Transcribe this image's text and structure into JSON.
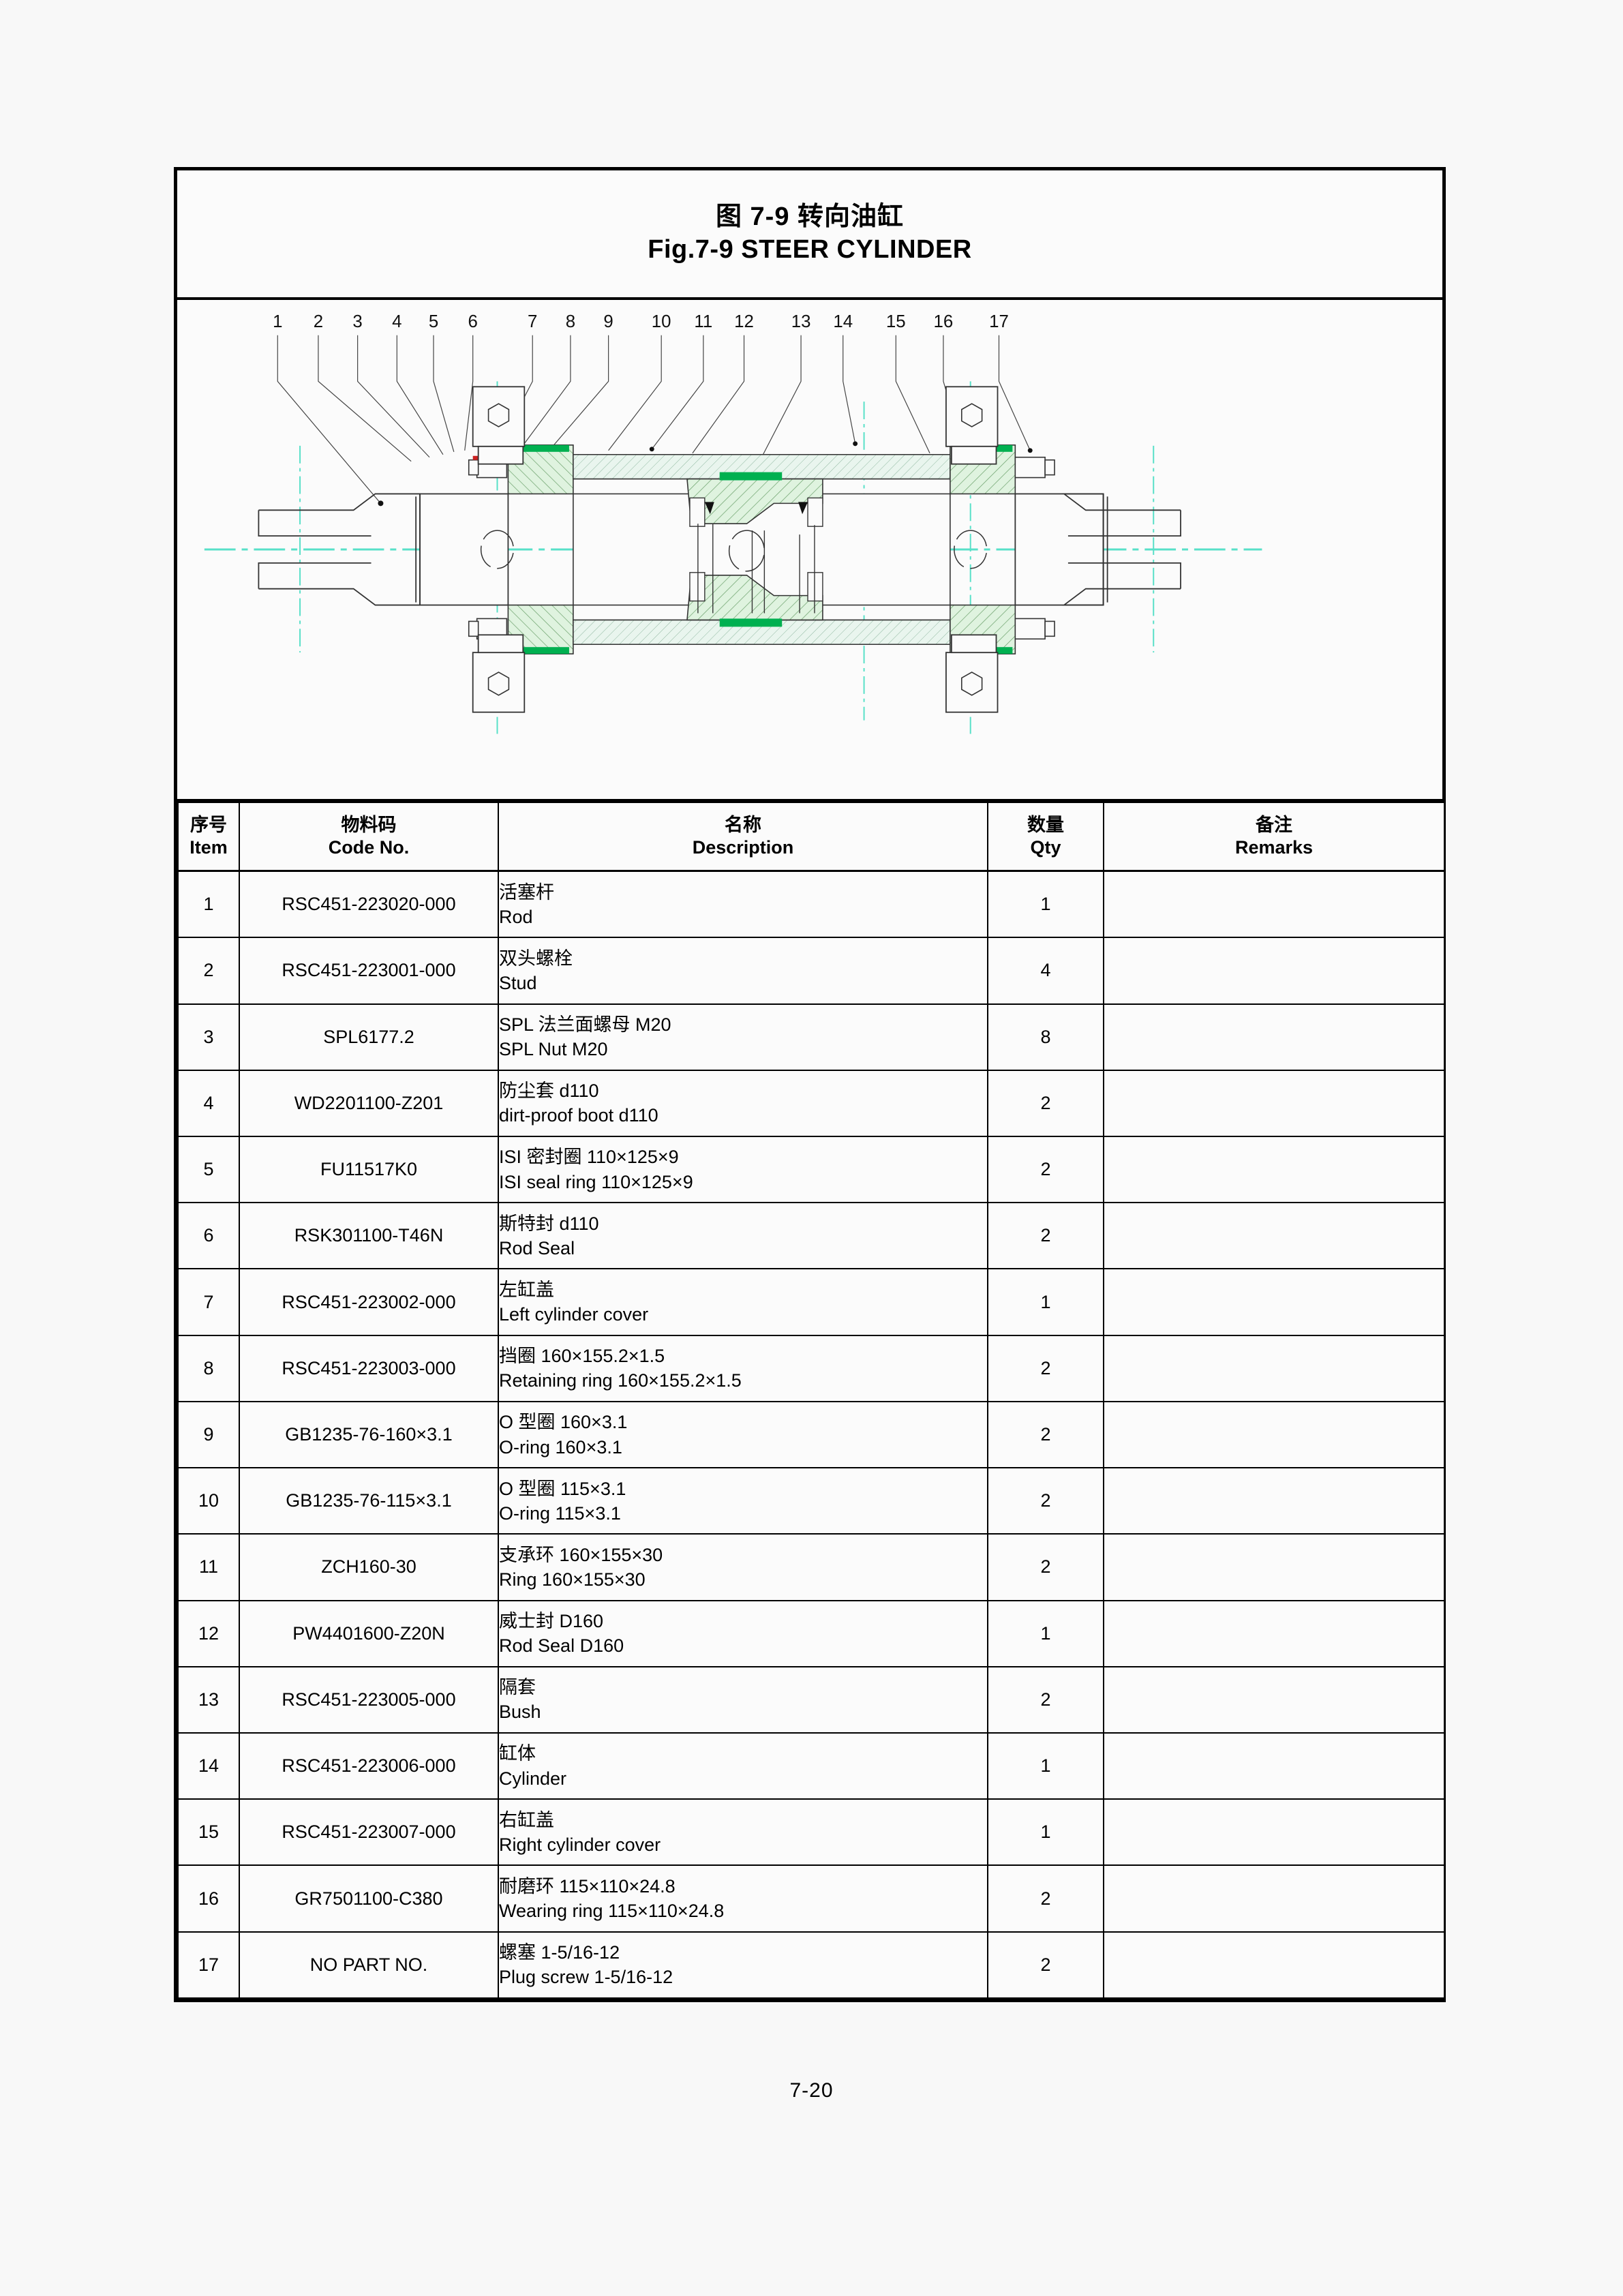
{
  "figure": {
    "title_cn": "图 7-9 转向油缸",
    "title_en": "Fig.7-9 STEER CYLINDER",
    "callout_numbers": [
      "1",
      "2",
      "3",
      "4",
      "5",
      "6",
      "7",
      "8",
      "9",
      "10",
      "11",
      "12",
      "13",
      "14",
      "15",
      "16",
      "17"
    ],
    "drawing_colors": {
      "outline": "#333333",
      "centerline": "#58e0c8",
      "section_fill": "#d9f2d9",
      "hatch": "#6aa06a",
      "highlight": "#00b050",
      "leader": "#444444"
    },
    "drawing_description": "Sectional assembly drawing of a double-ended steer cylinder with rod, cylinder body, two cylinder covers, seals and mounting brackets"
  },
  "table": {
    "headers": [
      {
        "cn": "序号",
        "en": "Item"
      },
      {
        "cn": "物料码",
        "en": "Code No."
      },
      {
        "cn": "名称",
        "en": "Description"
      },
      {
        "cn": "数量",
        "en": "Qty"
      },
      {
        "cn": "备注",
        "en": "Remarks"
      }
    ],
    "rows": [
      {
        "item": "1",
        "code": "RSC451-223020-000",
        "desc_cn": "活塞杆",
        "desc_en": "Rod",
        "qty": "1",
        "remarks": ""
      },
      {
        "item": "2",
        "code": "RSC451-223001-000",
        "desc_cn": "双头螺栓",
        "desc_en": "Stud",
        "qty": "4",
        "remarks": ""
      },
      {
        "item": "3",
        "code": "SPL6177.2",
        "desc_cn": "SPL 法兰面螺母 M20",
        "desc_en": "SPL Nut M20",
        "qty": "8",
        "remarks": ""
      },
      {
        "item": "4",
        "code": "WD2201100-Z201",
        "desc_cn": "防尘套 d110",
        "desc_en": "dirt-proof boot d110",
        "qty": "2",
        "remarks": ""
      },
      {
        "item": "5",
        "code": "FU11517K0",
        "desc_cn": "ISI 密封圈 110×125×9",
        "desc_en": "ISI seal ring 110×125×9",
        "qty": "2",
        "remarks": ""
      },
      {
        "item": "6",
        "code": "RSK301100-T46N",
        "desc_cn": "斯特封 d110",
        "desc_en": "Rod Seal",
        "qty": "2",
        "remarks": ""
      },
      {
        "item": "7",
        "code": "RSC451-223002-000",
        "desc_cn": "左缸盖",
        "desc_en": "Left cylinder cover",
        "qty": "1",
        "remarks": ""
      },
      {
        "item": "8",
        "code": "RSC451-223003-000",
        "desc_cn": "挡圈 160×155.2×1.5",
        "desc_en": "Retaining ring 160×155.2×1.5",
        "qty": "2",
        "remarks": ""
      },
      {
        "item": "9",
        "code": "GB1235-76-160×3.1",
        "desc_cn": "O 型圈 160×3.1",
        "desc_en": "O-ring 160×3.1",
        "qty": "2",
        "remarks": ""
      },
      {
        "item": "10",
        "code": "GB1235-76-115×3.1",
        "desc_cn": "O 型圈 115×3.1",
        "desc_en": "O-ring 115×3.1",
        "qty": "2",
        "remarks": ""
      },
      {
        "item": "11",
        "code": "ZCH160-30",
        "desc_cn": "支承环 160×155×30",
        "desc_en": "Ring 160×155×30",
        "qty": "2",
        "remarks": ""
      },
      {
        "item": "12",
        "code": "PW4401600-Z20N",
        "desc_cn": "威士封 D160",
        "desc_en": "Rod Seal D160",
        "qty": "1",
        "remarks": ""
      },
      {
        "item": "13",
        "code": "RSC451-223005-000",
        "desc_cn": "隔套",
        "desc_en": "Bush",
        "qty": "2",
        "remarks": ""
      },
      {
        "item": "14",
        "code": "RSC451-223006-000",
        "desc_cn": "缸体",
        "desc_en": "Cylinder",
        "qty": "1",
        "remarks": ""
      },
      {
        "item": "15",
        "code": "RSC451-223007-000",
        "desc_cn": "右缸盖",
        "desc_en": "Right cylinder cover",
        "qty": "1",
        "remarks": ""
      },
      {
        "item": "16",
        "code": "GR7501100-C380",
        "desc_cn": "耐磨环 115×110×24.8",
        "desc_en": "Wearing ring 115×110×24.8",
        "qty": "2",
        "remarks": ""
      },
      {
        "item": "17",
        "code": "NO PART NO.",
        "desc_cn": "螺塞 1-5/16-12",
        "desc_en": "Plug screw 1-5/16-12",
        "qty": "2",
        "remarks": ""
      }
    ]
  },
  "footer": {
    "page_number": "7-20"
  }
}
